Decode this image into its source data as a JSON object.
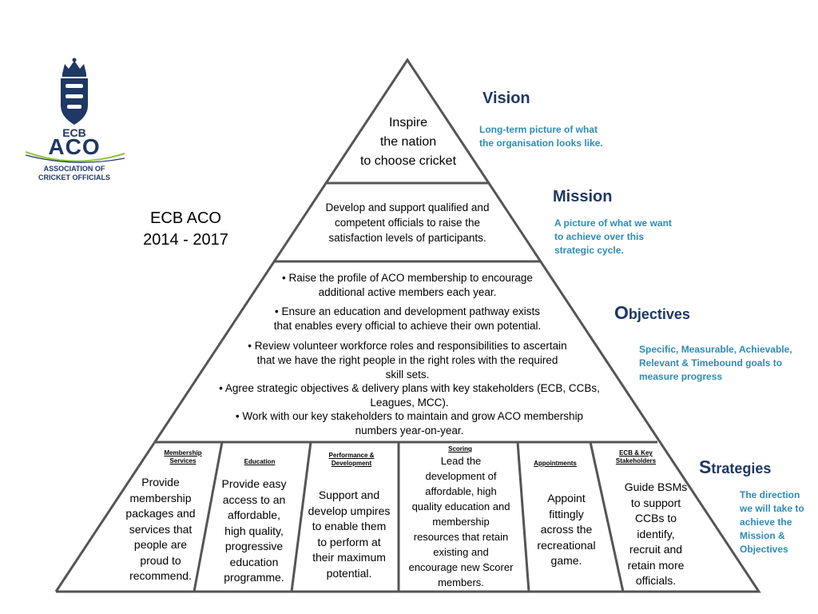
{
  "logo": {
    "ecb": "ECB",
    "aco": "ACO",
    "org_line1": "ASSOCIATION OF",
    "org_line2": "CRICKET OFFICIALS"
  },
  "title": {
    "line1": "ECB ACO",
    "line2": "2014 - 2017"
  },
  "vision": {
    "heading": "Vision",
    "description": [
      "Long-term picture of what",
      "the organisation looks like."
    ],
    "statement": [
      "Inspire",
      "the nation",
      "to choose cricket"
    ]
  },
  "mission": {
    "heading": "Mission",
    "description": [
      "A picture of what we want",
      "to achieve over this",
      "strategic cycle."
    ],
    "statement": [
      "Develop and support qualified and",
      "competent officials to raise the",
      "satisfaction levels of participants."
    ]
  },
  "objectives": {
    "heading_initial": "O",
    "heading_rest": "bjectives",
    "description": [
      "Specific, Measurable, Achievable,",
      "Relevant  & Timebound goals to",
      "measure progress"
    ],
    "items": [
      [
        "•    Raise the profile of ACO membership to encourage",
        "additional active members each year."
      ],
      [
        "•    Ensure an education and development pathway exists",
        "that enables every official to achieve their own potential."
      ],
      [
        "•   Review volunteer workforce roles and responsibilities to ascertain",
        "that we have the right people in the right roles with the required",
        "skill sets."
      ],
      [
        "•   Agree strategic objectives & delivery plans with key stakeholders (ECB, CCBs,",
        "Leagues, MCC)."
      ],
      [
        "•   Work with our key stakeholders to maintain and grow ACO membership",
        "numbers year-on-year."
      ]
    ]
  },
  "strategies": {
    "heading_initial": "S",
    "heading_rest": "trategies",
    "description": [
      "The direction",
      "we will take to",
      "achieve the",
      "Mission &",
      "Objectives"
    ],
    "columns": [
      {
        "header": [
          "Membership",
          "Services"
        ],
        "body": [
          "Provide",
          "membership",
          "packages and",
          "services that",
          "people are",
          "proud to",
          "recommend."
        ]
      },
      {
        "header": [
          "Education"
        ],
        "body": [
          "Provide easy",
          "access to an",
          "affordable,",
          "high quality,",
          "progressive",
          "education",
          "programme."
        ]
      },
      {
        "header": [
          "Performance &",
          "Development"
        ],
        "body": [
          "Support and",
          "develop umpires",
          "to enable them",
          "to perform at",
          "their maximum",
          "potential."
        ]
      },
      {
        "header": [
          "Scoring"
        ],
        "body": [
          "Lead the",
          "development of",
          "affordable, high",
          "quality education and",
          "membership",
          "resources that retain",
          "existing and",
          "encourage new Scorer",
          "members."
        ]
      },
      {
        "header": [
          "Appointments"
        ],
        "body": [
          "Appoint",
          "fittingly",
          "across the",
          "recreational",
          "game."
        ]
      },
      {
        "header": [
          "ECB & Key",
          "Stakeholders"
        ],
        "body": [
          "Guide BSMs",
          "to support",
          "CCBs to",
          "identify,",
          "recruit and",
          "retain more",
          "officials."
        ]
      }
    ]
  },
  "colors": {
    "heading": "#1f3864",
    "description": "#2e8bb5",
    "logo_navy": "#1f3864",
    "logo_green": "#8dc63f"
  },
  "icons": [
    "ecb-crown-lions-crest"
  ]
}
